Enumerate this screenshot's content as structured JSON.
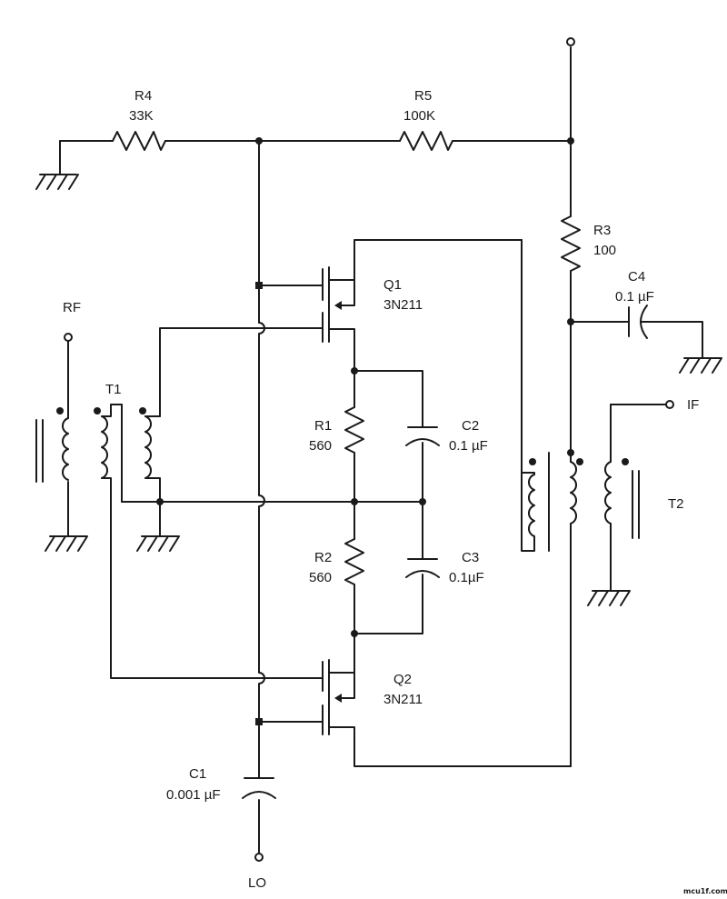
{
  "components": {
    "r4": {
      "ref": "R4",
      "value": "33K"
    },
    "r5": {
      "ref": "R5",
      "value": "100K"
    },
    "r3": {
      "ref": "R3",
      "value": "100"
    },
    "c4": {
      "ref": "C4",
      "value": "0.1 µF"
    },
    "q1": {
      "ref": "Q1",
      "value": "3N211"
    },
    "r1": {
      "ref": "R1",
      "value": "560"
    },
    "c2": {
      "ref": "C2",
      "value": "0.1 µF"
    },
    "r2": {
      "ref": "R2",
      "value": "560"
    },
    "c3": {
      "ref": "C3",
      "value": "0.1µF"
    },
    "q2": {
      "ref": "Q2",
      "value": "3N211"
    },
    "c1": {
      "ref": "C1",
      "value": "0.001 µF"
    },
    "t1": {
      "ref": "T1"
    },
    "t2": {
      "ref": "T2"
    }
  },
  "terminals": {
    "rf": "RF",
    "if": "IF",
    "lo": "LO"
  },
  "watermark": "mcu1f.com"
}
